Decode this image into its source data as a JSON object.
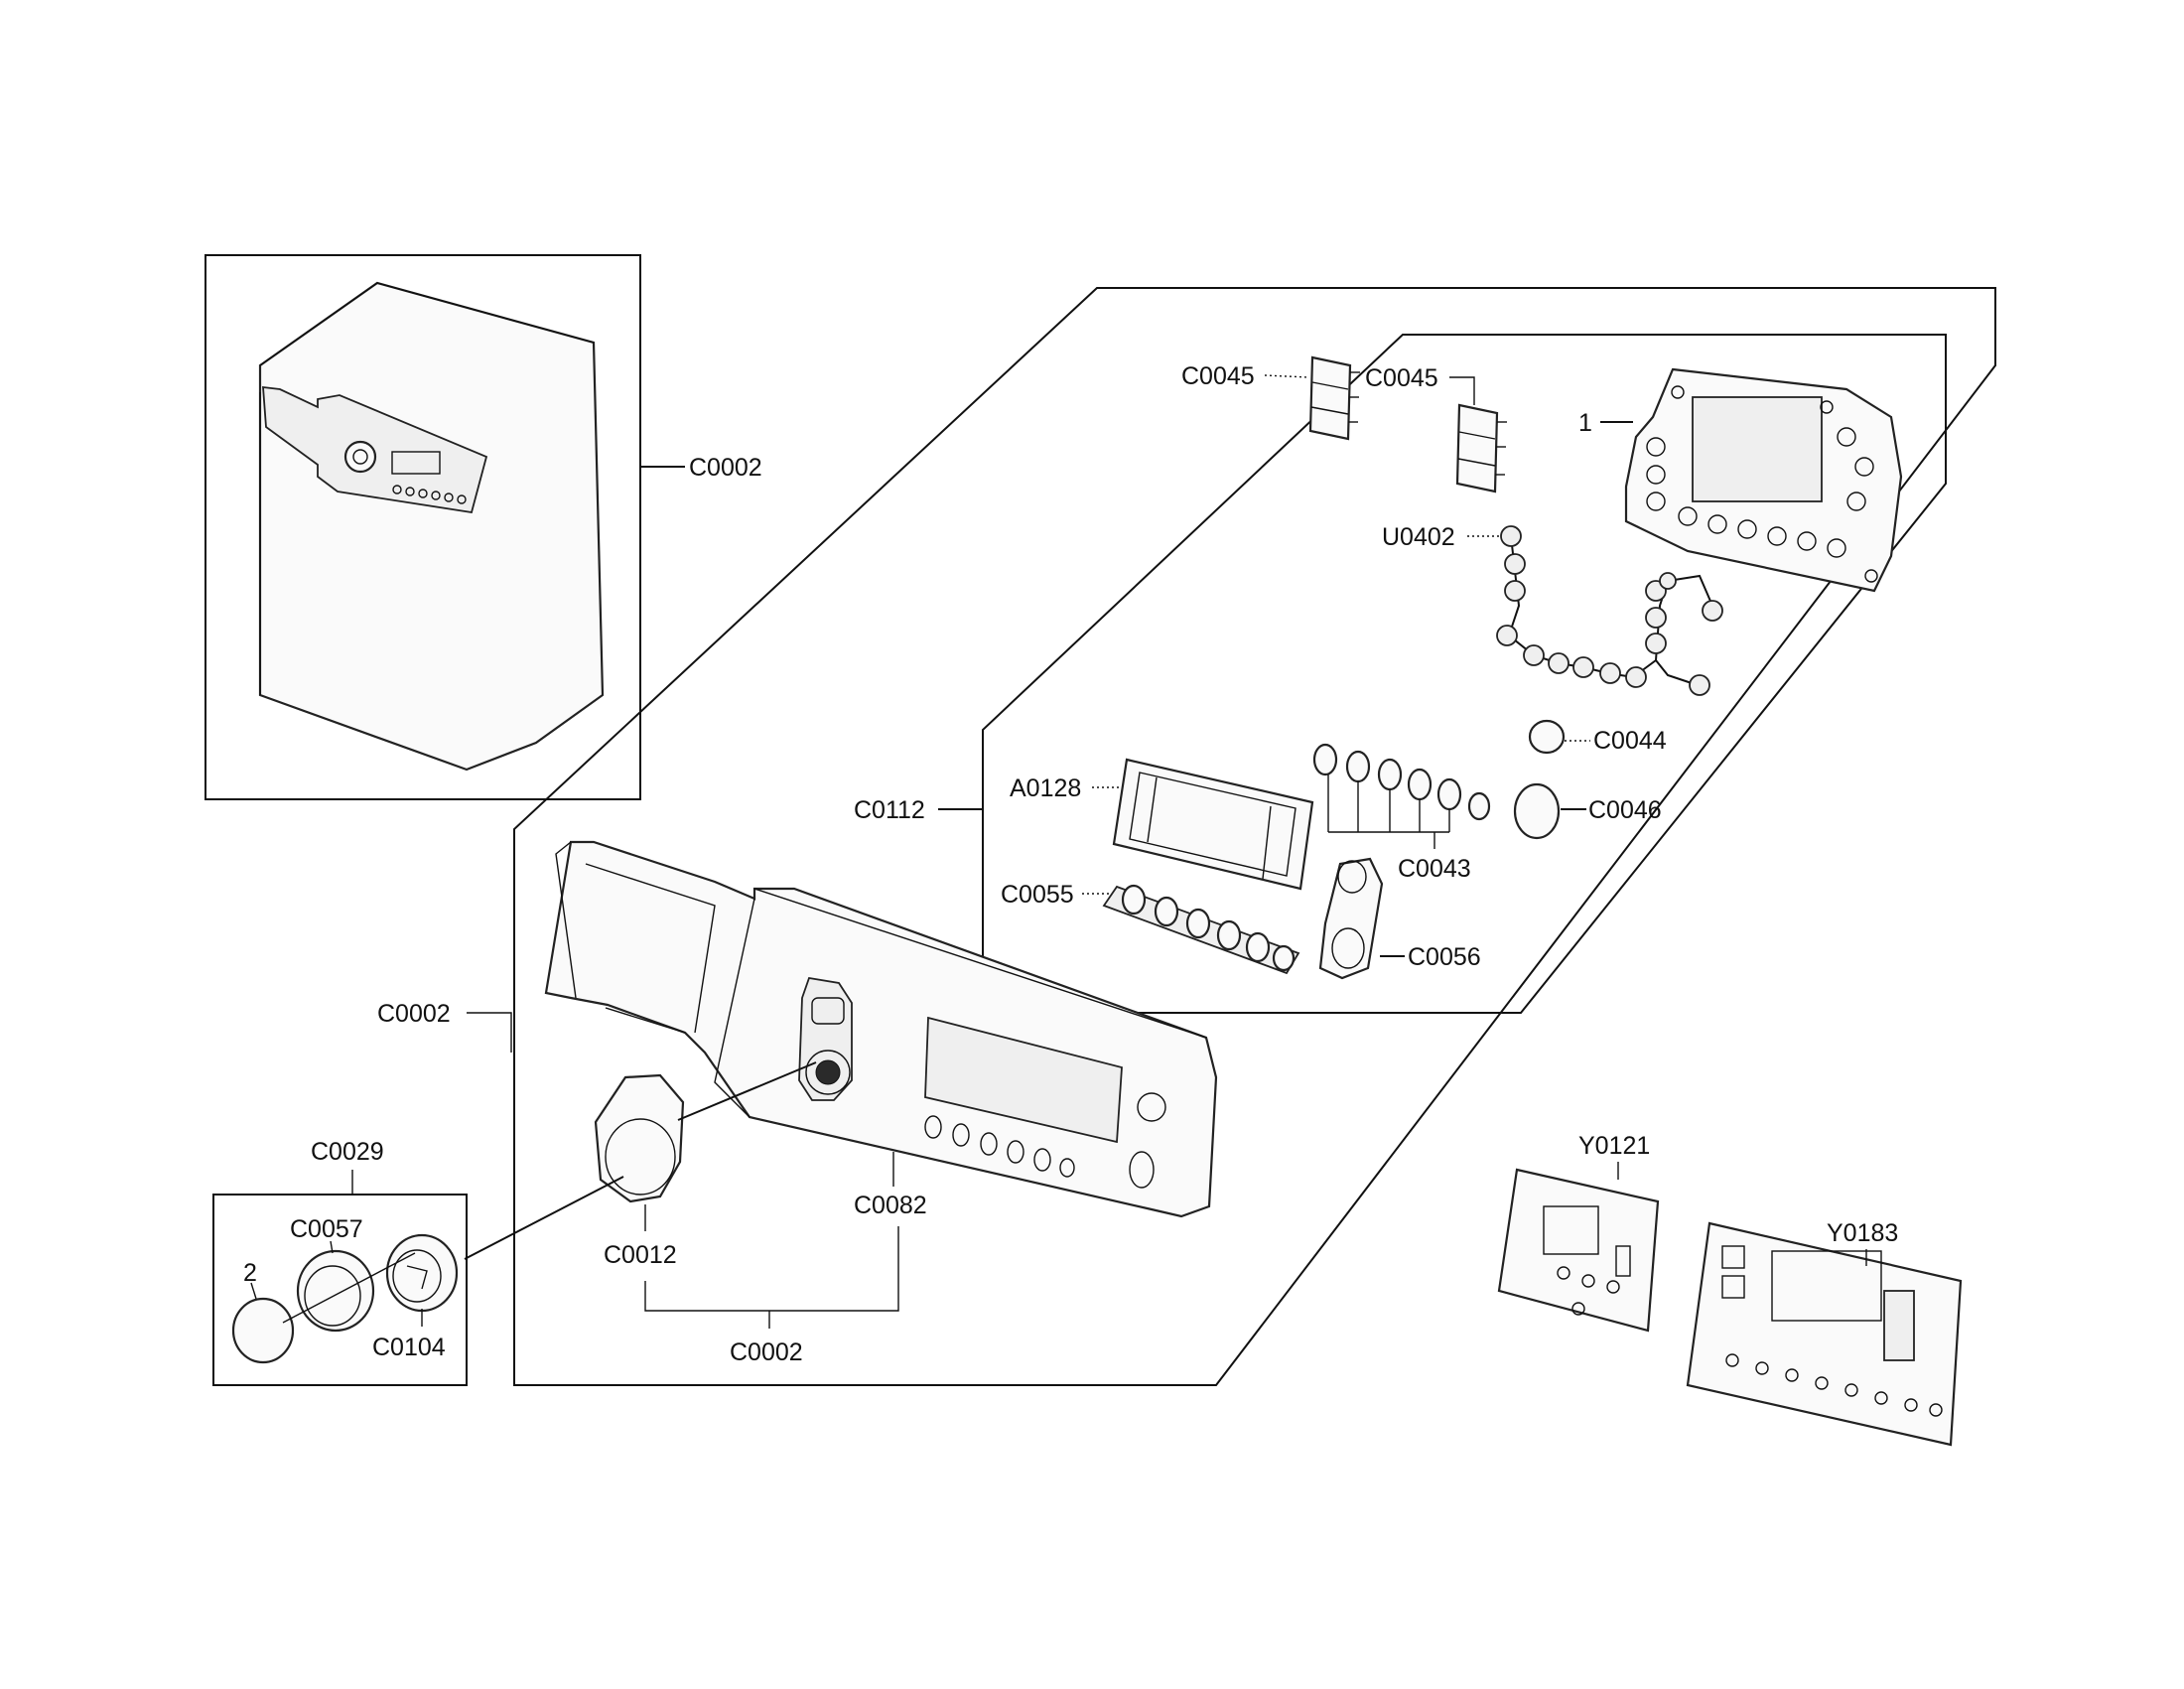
{
  "callouts": {
    "c0002_top": "C0002",
    "one": "1",
    "u0402": "U0402",
    "c0045_left": "C0045",
    "c0045_right": "C0045",
    "c0044": "C0044",
    "a0128": "A0128",
    "c0112": "C0112",
    "c0046": "C0046",
    "c0043": "C0043",
    "c0055": "C0055",
    "c0056": "C0056",
    "c0002_left": "C0002",
    "c0029": "C0029",
    "c0057": "C0057",
    "two": "2",
    "c0104": "C0104",
    "c0012": "C0012",
    "c0082": "C0082",
    "c0002_bottom": "C0002",
    "y0121": "Y0121",
    "y0183": "Y0183"
  }
}
